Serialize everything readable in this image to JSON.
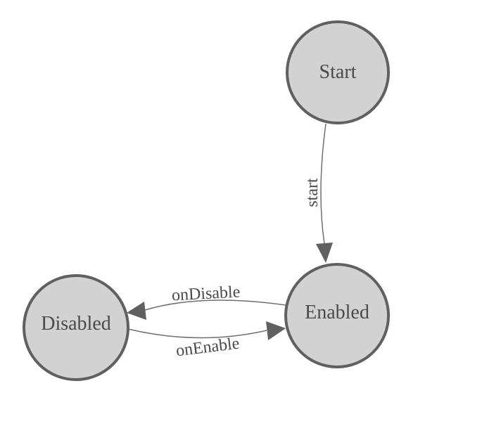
{
  "diagram": {
    "type": "finite-state-machine",
    "background": "#ffffff",
    "colors": {
      "node_fill": "#d2d2d2",
      "node_stroke": "#606060",
      "edge_stroke": "#707070",
      "arrow_fill": "#606060",
      "label_text": "#4a4a4a"
    },
    "nodes": [
      {
        "id": "start",
        "label": "Start"
      },
      {
        "id": "enabled",
        "label": "Enabled"
      },
      {
        "id": "disabled",
        "label": "Disabled"
      }
    ],
    "edges": [
      {
        "from": "start",
        "to": "enabled",
        "label": "start"
      },
      {
        "from": "enabled",
        "to": "disabled",
        "label": "onDisable"
      },
      {
        "from": "disabled",
        "to": "enabled",
        "label": "onEnable"
      }
    ]
  }
}
